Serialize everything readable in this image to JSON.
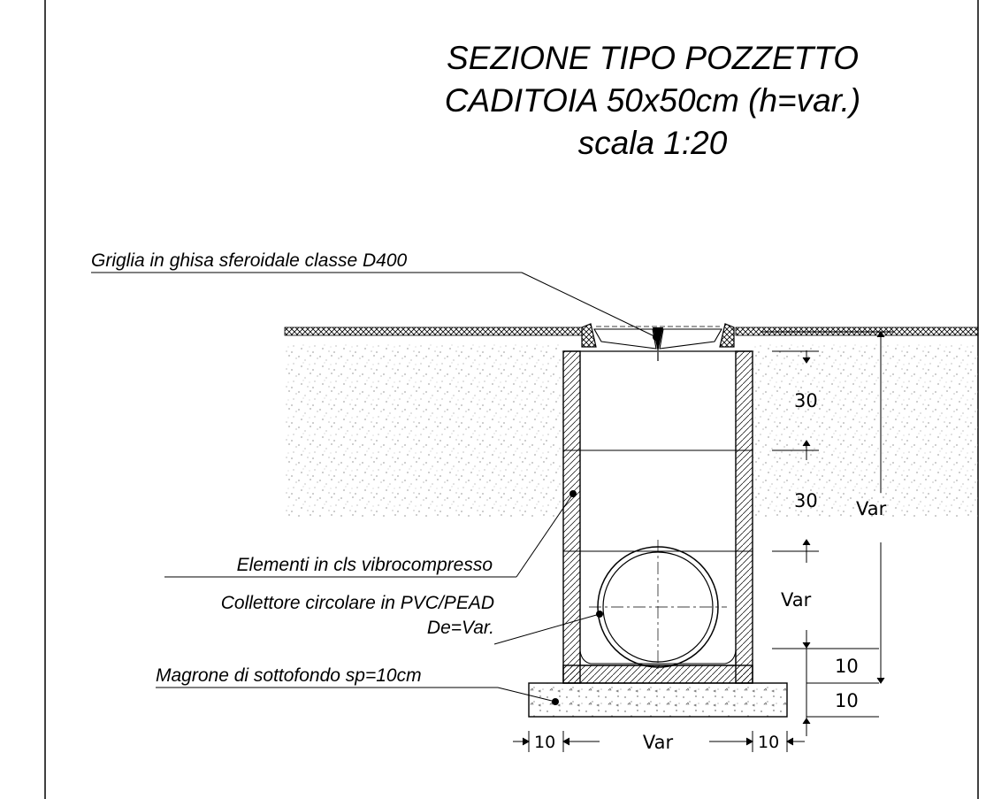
{
  "title": {
    "line1": "SEZIONE TIPO POZZETTO",
    "line2": "CADITOIA 50x50cm (h=var.)",
    "line3": "scala 1:20"
  },
  "labels": {
    "grate": "Griglia in ghisa sferoidale classe D400",
    "elements": "Elementi in cls vibrocompresso",
    "collector_line1": "Collettore circolare in PVC/PEAD",
    "collector_line2": "De=Var.",
    "lean_concrete": "Magrone di sottofondo sp=10cm"
  },
  "dimensions": {
    "upper_ring": "30",
    "middle_ring": "30",
    "total_height": "Var",
    "pipe_zone": "Var",
    "base_slab": "10",
    "lean_layer": "10",
    "left_wall": "10",
    "inner_width": "Var",
    "right_wall": "10"
  }
}
